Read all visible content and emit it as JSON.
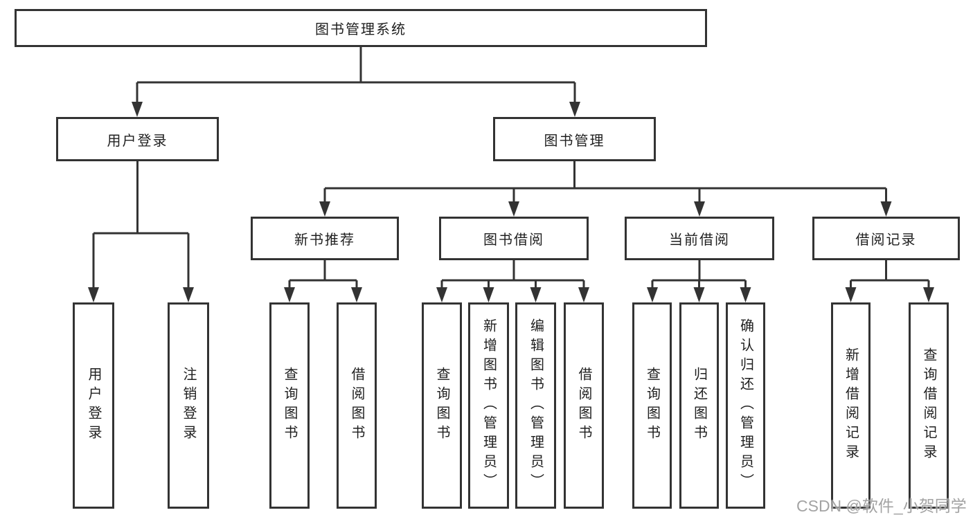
{
  "diagram_type": "hierarchy",
  "tree": {
    "label": "图书管理系统",
    "children": [
      {
        "label": "用户登录",
        "children": [
          {
            "label": "用户登录"
          },
          {
            "label": "注销登录"
          }
        ]
      },
      {
        "label": "图书管理",
        "children": [
          {
            "label": "新书推荐",
            "children": [
              {
                "label": "查询图书"
              },
              {
                "label": "借阅图书"
              }
            ]
          },
          {
            "label": "图书借阅",
            "children": [
              {
                "label": "查询图书"
              },
              {
                "label": "新增图书（管理员）"
              },
              {
                "label": "编辑图书（管理员）"
              },
              {
                "label": "借阅图书"
              }
            ]
          },
          {
            "label": "当前借阅",
            "children": [
              {
                "label": "查询图书"
              },
              {
                "label": "归还图书"
              },
              {
                "label": "确认归还（管理员）"
              }
            ]
          },
          {
            "label": "借阅记录",
            "children": [
              {
                "label": "新增借阅记录"
              },
              {
                "label": "查询借阅记录"
              }
            ]
          }
        ]
      }
    ]
  },
  "watermark": "CSDN @软件_小贺同学",
  "colors": {
    "line": "#333333",
    "box_border": "#333333",
    "box_fill": "#ffffff",
    "text": "#1f1f1f",
    "watermark": "#9c9c9c",
    "background": "#ffffff"
  }
}
